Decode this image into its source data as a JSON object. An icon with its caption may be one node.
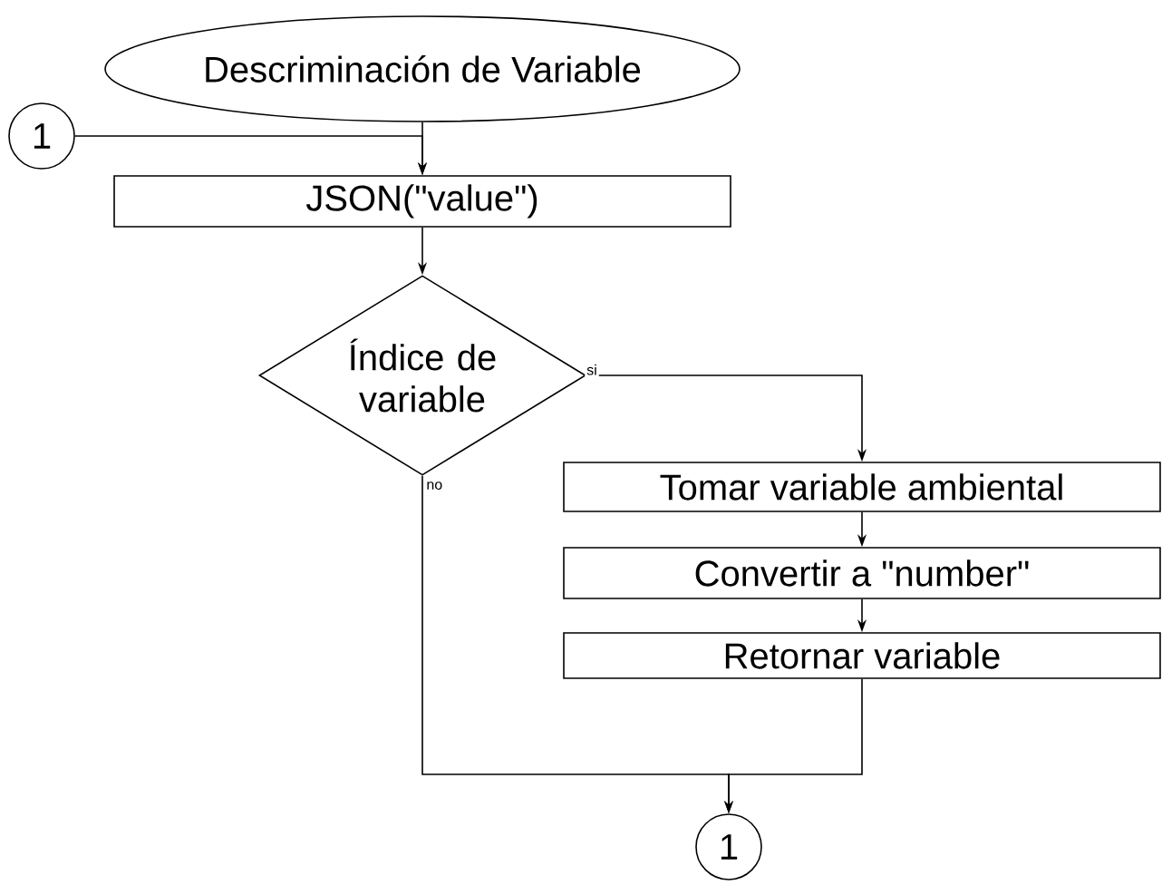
{
  "diagram": {
    "nodes": [
      {
        "text": [
          "Descriminación de Variable"
        ]
      },
      {
        "text": [
          "1"
        ]
      },
      {
        "text": [
          "JSON(\"value\")"
        ]
      },
      {
        "text": [
          "Índice de variable"
        ]
      },
      {
        "text": [
          "Tomar variable ambiental"
        ]
      },
      {
        "text": [
          "Convertir a \"number\""
        ]
      },
      {
        "text": [
          "Retornar variable"
        ]
      },
      {
        "text": [
          "1"
        ]
      }
    ],
    "edges": [
      {
        "from": 0,
        "to": 2,
        "arrow": "to"
      },
      {
        "from": 1,
        "to": 2,
        "arrow": "to"
      },
      {
        "from": 2,
        "to": 3,
        "arrow": "to"
      },
      {
        "from": 3,
        "to": 4,
        "arrow": "to",
        "label": "si"
      },
      {
        "from": 4,
        "to": 5,
        "arrow": "to"
      },
      {
        "from": 5,
        "to": 6,
        "arrow": "to"
      },
      {
        "from": 3,
        "to": 7,
        "arrow": "to",
        "label": "no"
      },
      {
        "from": 6,
        "to": 7,
        "arrow": "to"
      }
    ]
  }
}
